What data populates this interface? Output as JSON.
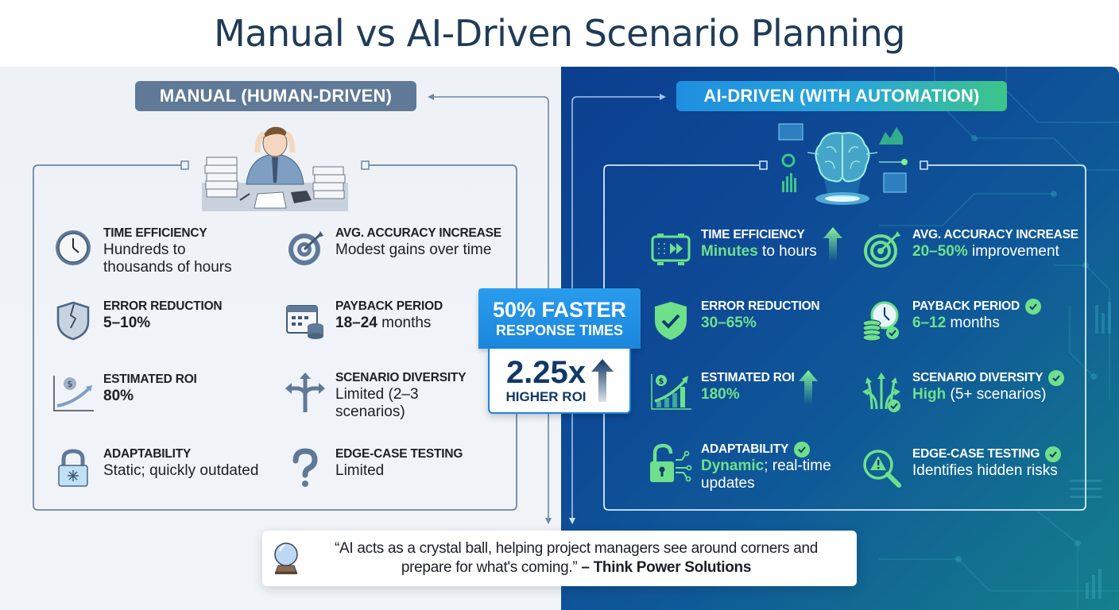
{
  "title": "Manual vs AI-Driven Scenario Planning",
  "manual": {
    "heading": "MANUAL (HUMAN-DRIVEN)",
    "illustration": "stressed-person-at-desk",
    "metrics": [
      {
        "icon": "clock-icon",
        "label": "TIME EFFICIENCY",
        "value": "Hundreds to thousands of hours"
      },
      {
        "icon": "target-icon",
        "label": "AVG. ACCURACY INCREASE",
        "value": "Modest gains over time"
      },
      {
        "icon": "cracked-shield-icon",
        "label": "ERROR REDUCTION",
        "value": "5–10%"
      },
      {
        "icon": "calendar-coins-icon",
        "label": "PAYBACK PERIOD",
        "value_bold": "18–24",
        "value_rest": " months"
      },
      {
        "icon": "roi-chart-icon",
        "label": "ESTIMATED ROI",
        "value": "80%"
      },
      {
        "icon": "split-arrows-icon",
        "label": "SCENARIO DIVERSITY",
        "value": "Limited (2–3 scenarios)"
      },
      {
        "icon": "frozen-lock-icon",
        "label": "ADAPTABILITY",
        "value": "Static; quickly outdated"
      },
      {
        "icon": "question-mark-icon",
        "label": "EDGE-CASE TESTING",
        "value": "Limited"
      }
    ]
  },
  "ai": {
    "heading": "AI-DRIVEN (WITH AUTOMATION)",
    "illustration": "glowing-brain-hologram",
    "metrics": [
      {
        "icon": "fast-forward-clock-icon",
        "label": "TIME EFFICIENCY",
        "value_hl": "Minutes",
        "value_rest": " to hours",
        "indicator": "up-arrow"
      },
      {
        "icon": "target-icon",
        "label": "AVG. ACCURACY INCREASE",
        "value_hl": "20–50%",
        "value_rest": " improvement"
      },
      {
        "icon": "check-shield-icon",
        "label": "ERROR REDUCTION",
        "value_hl": "30–65%",
        "value_rest": ""
      },
      {
        "icon": "clock-coins-icon",
        "label": "PAYBACK PERIOD",
        "value_hl": "6–12",
        "value_rest": " months",
        "indicator": "check"
      },
      {
        "icon": "roi-growth-icon",
        "label": "ESTIMATED ROI",
        "value_hl": "180%",
        "value_rest": "",
        "indicator": "up-arrow"
      },
      {
        "icon": "multi-arrows-icon",
        "label": "SCENARIO DIVERSITY",
        "value_hl": "High",
        "value_rest": " (5+ scenarios)",
        "indicator": "check"
      },
      {
        "icon": "open-lock-circuit-icon",
        "label": "ADAPTABILITY",
        "value_hl": "Dynamic",
        "value_rest": "; real-time updates",
        "indicator": "check"
      },
      {
        "icon": "magnifier-warning-icon",
        "label": "EDGE-CASE TESTING",
        "value_hl": "",
        "value_rest": "Identifies hidden risks",
        "indicator": "check"
      }
    ]
  },
  "badge": {
    "top_line1": "50% FASTER",
    "top_line2": "RESPONSE TIMES",
    "big": "2.25x",
    "sub": "HIGHER ROI"
  },
  "quote": {
    "text": "“AI acts as a crystal ball, helping project managers see around corners and prepare for what's coming.” ",
    "attribution": "– Think Power Solutions"
  },
  "colors": {
    "title": "#1f3b57",
    "manual_pill": "#5f7997",
    "ai_green": "#6ee08c",
    "ai_bg": "#0e4a96",
    "badge_blue": "#1a86dc",
    "badge_dark": "#123866"
  }
}
